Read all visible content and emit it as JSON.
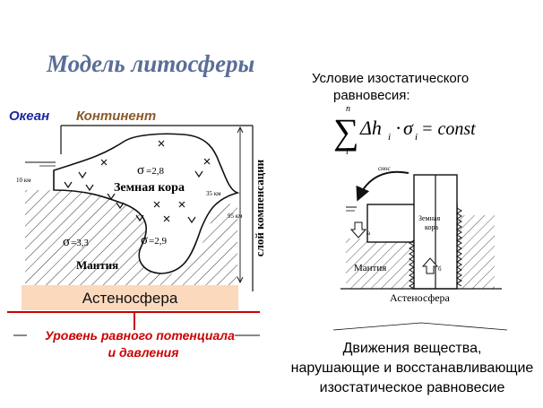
{
  "title": "Модель литосферы",
  "left_diagram": {
    "ocean_label": "Океан",
    "continent_label": "Континент",
    "crust_label": "Земная кора",
    "mantle_label": "Мантия",
    "asthenosphere_label": "Астеносфера",
    "compensation_label": "слой компенсации",
    "depth_10km": "10 км",
    "depth_35km": "35 км",
    "depth_95km": "95 км",
    "sigma_symbol": "σ",
    "sigma_crust_value": "=2,8",
    "sigma_mantle_value": "=3,3",
    "sigma_root_value": "=2,9",
    "equal_potential_label_line1": "Уровень равного потенциала",
    "equal_potential_label_line2": "и давления"
  },
  "right_diagram": {
    "condition_line1": "Условие изостатического",
    "condition_line2": "равновесия:",
    "sum_symbol": "∑",
    "sum_upper": "n",
    "sum_lower": "i",
    "formula_body": "Δh",
    "formula_sub_i": "i",
    "formula_dot": "·",
    "formula_sigma": "σ",
    "formula_sub_i2": "i",
    "formula_eq": "= const",
    "erosion_label": "снос",
    "crust_label_line1": "Земная",
    "crust_label_line2": "кора",
    "mantle_label": "Мантия",
    "asthenosphere_label": "Астеносфера",
    "label_a": "а",
    "label_b": "б",
    "caption_line1": "Движения вещества,",
    "caption_line2": "нарушающие и восстанавливающие",
    "caption_line3": "изостатическое равновесие"
  },
  "colors": {
    "title": "#5a6e96",
    "ocean": "#1a2aa0",
    "continent": "#8a5a2a",
    "asthenosphere_fill": "#fbd9bd",
    "equal_potential_line": "#cc0000",
    "equal_potential_text": "#cc0000",
    "ink": "#111111"
  }
}
